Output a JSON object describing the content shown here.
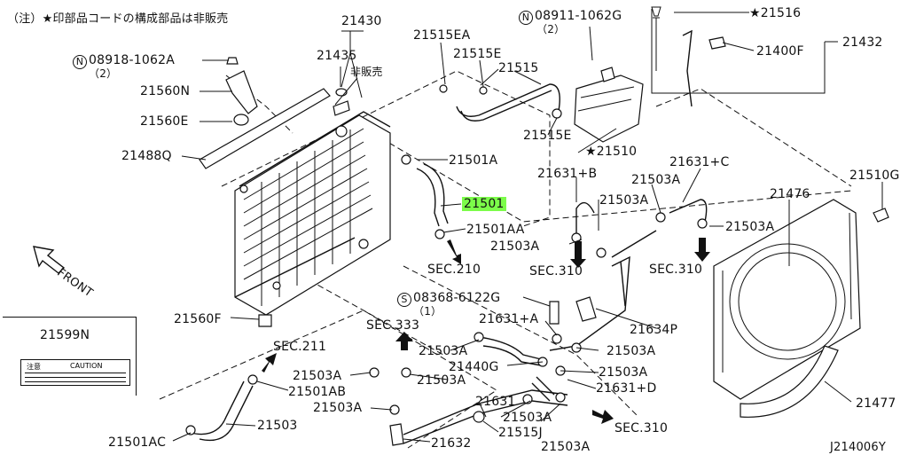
{
  "note": "（注）★印部品コードの構成部品は非販売",
  "diagram_id": "J214006Y",
  "front_label": "FRONT",
  "caution_box": {
    "part": "21599N",
    "label_left": "注意",
    "label_right": "CAUTION"
  },
  "labels": {
    "p21430": "21430",
    "p21435": "21435",
    "hihanbai": "非販売",
    "n08918_code": "08918-1062A",
    "n08918_qty": "（2）",
    "p21560N": "21560N",
    "p21560E": "21560E",
    "p21488Q": "21488Q",
    "p21515EA": "21515EA",
    "p21515E_top": "21515E",
    "p21515": "21515",
    "n08911_code": "08911-1062G",
    "n08911_qty": "（2）",
    "p21516": "★21516",
    "p21432": "21432",
    "p21400F": "21400F",
    "p21510": "★21510",
    "p21515E_low": "21515E",
    "p21501A": "21501A",
    "p21501": "21501",
    "p21501AA": "21501AA",
    "sec210": "SEC.210",
    "p21631B": "21631+B",
    "p21503A_1": "21503A",
    "p21503A_2": "21503A",
    "p21503A_3": "21503A",
    "sec310_a": "SEC.310",
    "p21631C": "21631+C",
    "p21503A_4": "21503A",
    "sec310_b": "SEC.310",
    "p21476": "21476",
    "p21510G": "21510G",
    "s08368_code": "08368-6122G",
    "s08368_qty": "（1）",
    "p21631A": "21631+A",
    "p21634P": "21634P",
    "sec333": "SEC.333",
    "p21560F": "21560F",
    "sec211": "SEC.211",
    "p21503A_5": "21503A",
    "p21503A_6": "21503A",
    "p21440G": "21440G",
    "p21503A_7": "21503A",
    "p21631D": "21631+D",
    "p21503A_8": "21503A",
    "p21501AB": "21501AB",
    "p21503A_9": "21503A",
    "p21503A_10": "21503A",
    "p21631": "21631",
    "p21503A_11": "21503A",
    "p21515J": "21515J",
    "sec310_c": "SEC.310",
    "p21503A_12": "21503A",
    "p21503": "21503",
    "p21501AC": "21501AC",
    "p21632": "21632",
    "p21477": "21477"
  },
  "symbols": {
    "n": "N",
    "s": "S"
  },
  "colors": {
    "highlight": "#7CFC4A",
    "ink": "#111111"
  }
}
